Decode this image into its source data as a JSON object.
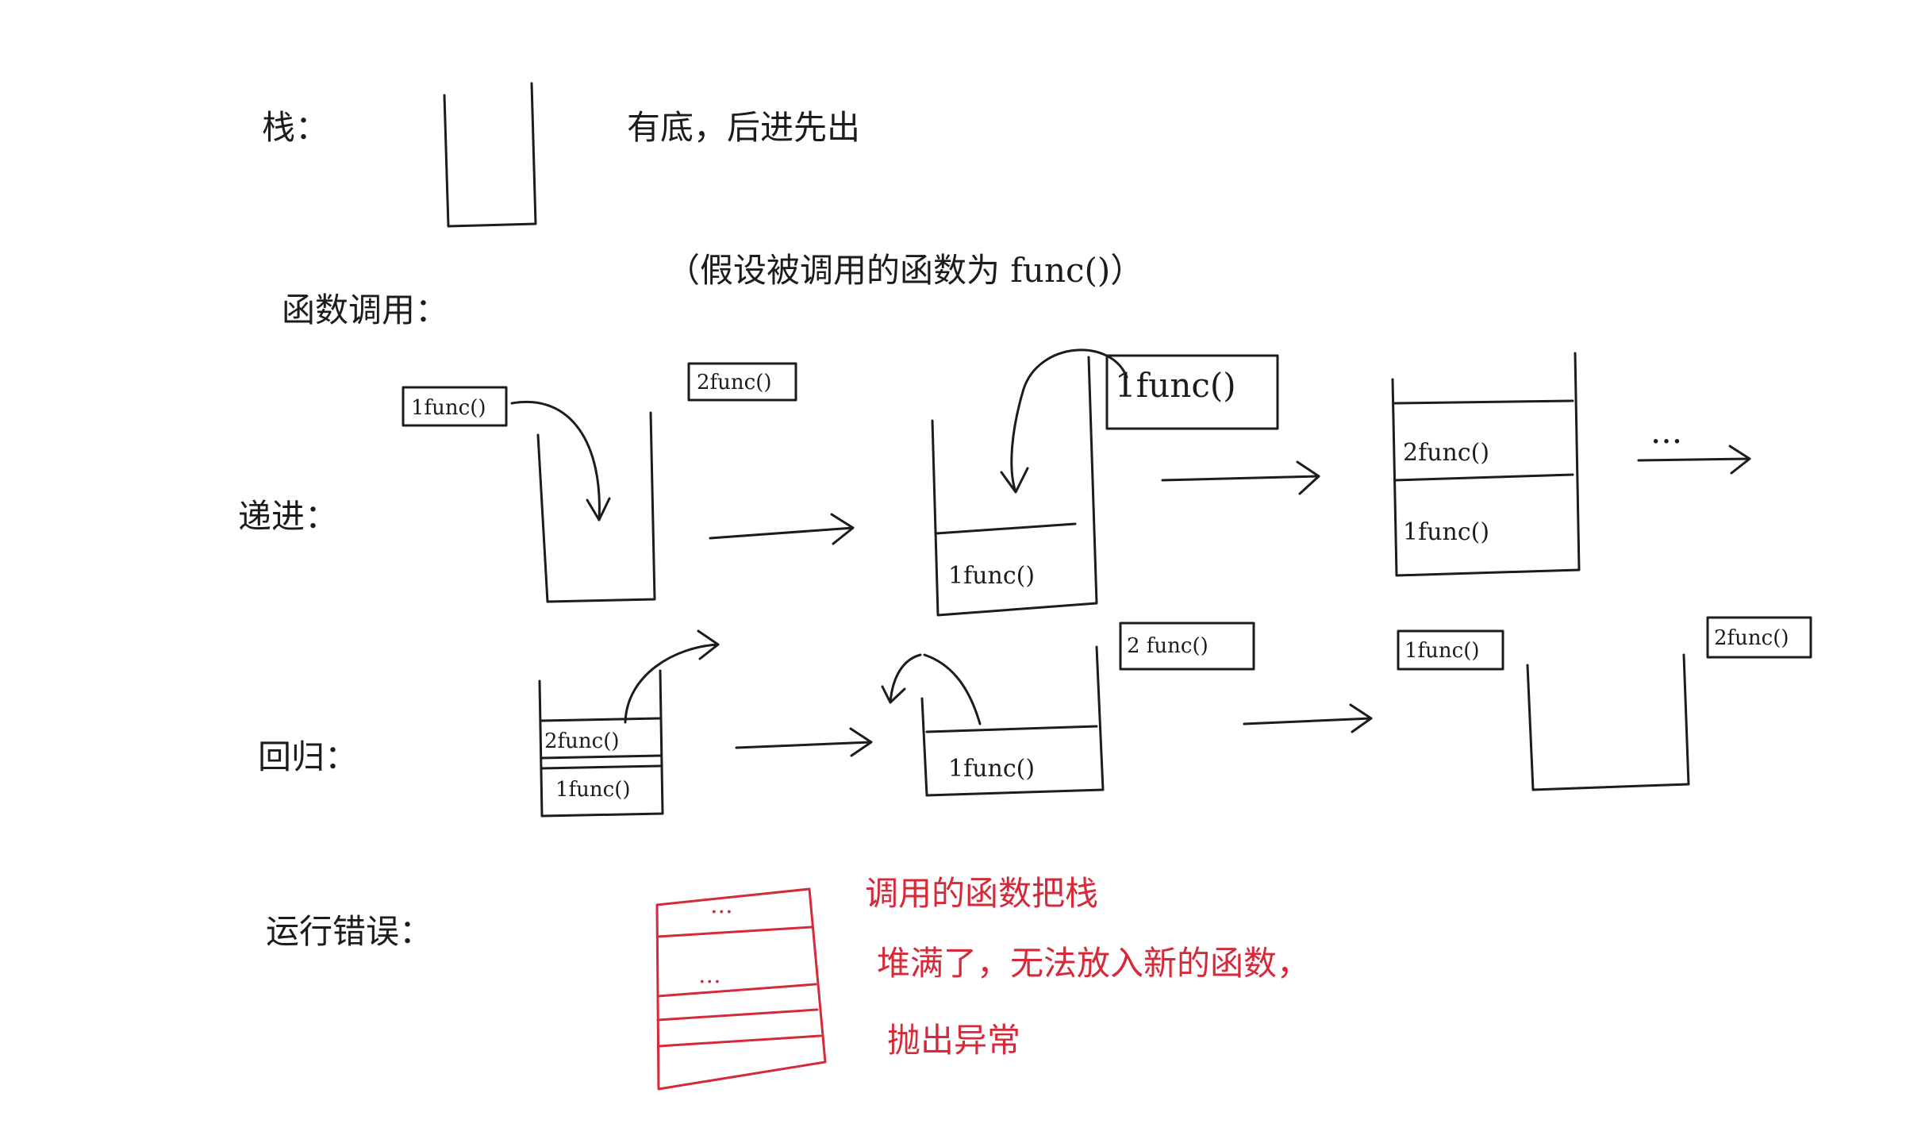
{
  "stack": {
    "label": "栈：",
    "desc": "有底，后进先出"
  },
  "call": {
    "label": "函数调用：",
    "desc": "（假设被调用的函数为 func()）"
  },
  "push": {
    "label": "递进：",
    "tag_1": "1func()",
    "tag_2": "2func()",
    "tag_3": "1func()",
    "stack2_cell": "1func()",
    "stack3_top": "2func()",
    "stack3_bottom": "1func()",
    "more": "..."
  },
  "pop": {
    "label": "回归：",
    "s1_top": "2func()",
    "s1_bottom": "1func()",
    "s2_cell": "1func()",
    "tag_2": "2 func()",
    "tag_1": "1func()",
    "tag_2b": "2func()"
  },
  "error": {
    "label": "运行错误：",
    "dots_top": "...",
    "dots_mid": "...",
    "note_line1": "调用的函数把栈",
    "note_line2": "堆满了，无法放入新的函数，",
    "note_line3": "抛出异常"
  }
}
